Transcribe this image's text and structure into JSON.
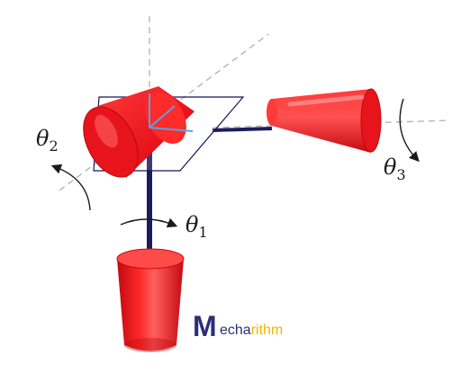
{
  "labels": {
    "theta1": {
      "symbol": "θ",
      "subscript": "1"
    },
    "theta2": {
      "symbol": "θ",
      "subscript": "2"
    },
    "theta3": {
      "symbol": "θ",
      "subscript": "3"
    }
  },
  "logo": {
    "prefix": "M",
    "part1": "echa",
    "part2": "rithm"
  },
  "colors": {
    "cylinder": "#e8141c",
    "cylinder_dark": "#b80c12",
    "cylinder_light": "#ff7a7a",
    "rod": "#1c1c5c",
    "axis_line": "#b0b0b0",
    "plane": "#14145a",
    "frame_axes": "#5aa0e0",
    "logo_dark": "#2b2f7a",
    "logo_accent": "#f0b400"
  },
  "icons": [
    "rotation-arrow-icon"
  ]
}
